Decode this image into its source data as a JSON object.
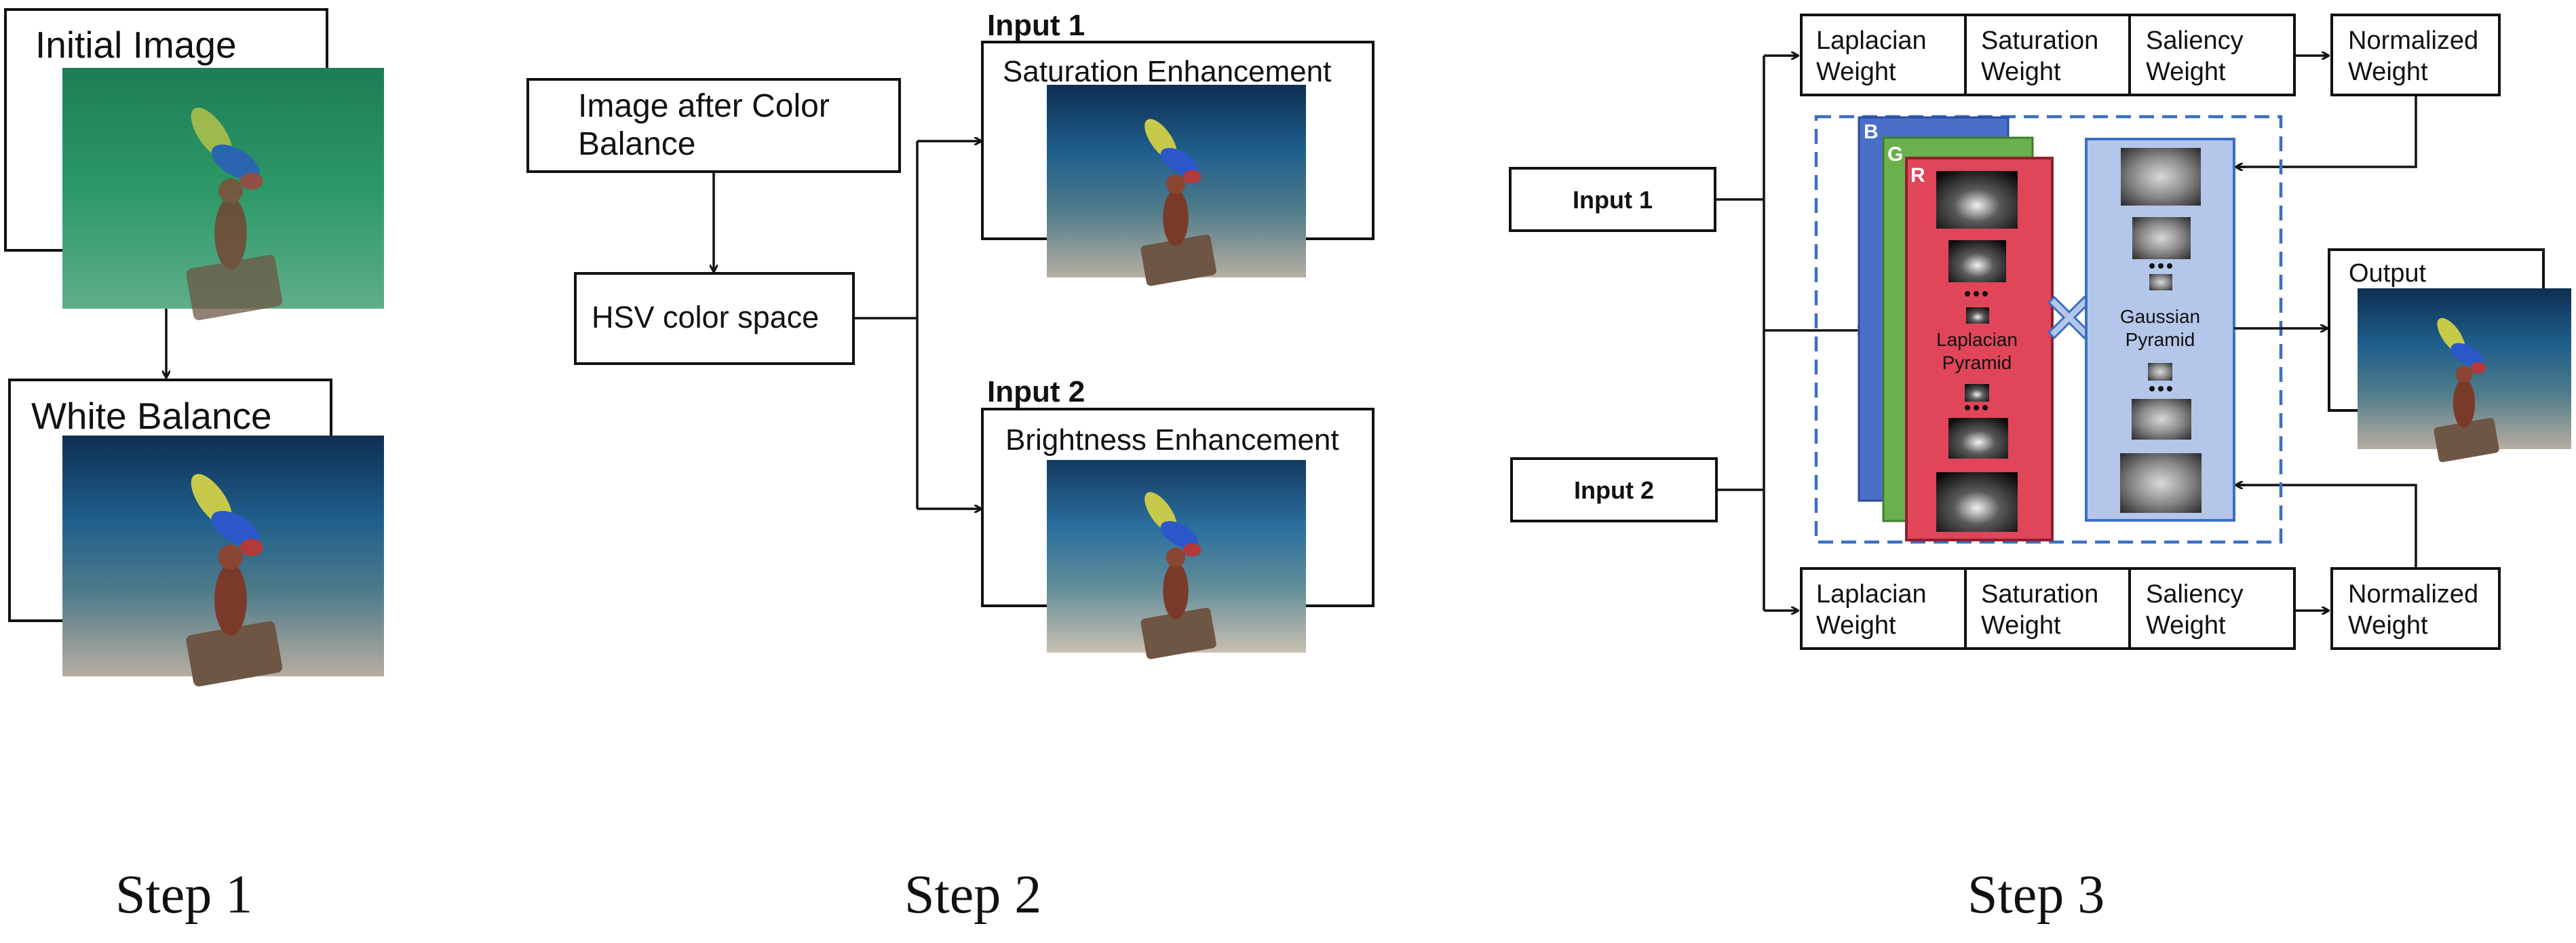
{
  "step1": {
    "initial_image_label": "Initial Image",
    "white_balance_label": "White Balance",
    "step_label": "Step 1"
  },
  "step2": {
    "color_balance_line1": "Image after Color",
    "color_balance_line2": "Balance",
    "hsv_label": "HSV color space",
    "input1_title": "Input 1",
    "saturation_label": "Saturation Enhancement",
    "input2_title": "Input 2",
    "brightness_label": "Brightness Enhancement",
    "step_label": "Step 2"
  },
  "step3": {
    "input1_label": "Input 1",
    "input2_label": "Input 2",
    "weights_top": [
      {
        "line1": "Laplacian",
        "line2": "Weight"
      },
      {
        "line1": "Saturation",
        "line2": "Weight"
      },
      {
        "line1": "Saliency",
        "line2": "Weight"
      }
    ],
    "weights_bottom": [
      {
        "line1": "Laplacian",
        "line2": "Weight"
      },
      {
        "line1": "Saturation",
        "line2": "Weight"
      },
      {
        "line1": "Saliency",
        "line2": "Weight"
      }
    ],
    "normalized_top": {
      "line1": "Normalized",
      "line2": "Weight"
    },
    "normalized_bottom": {
      "line1": "Normalized",
      "line2": "Weight"
    },
    "channel_b": "B",
    "channel_g": "G",
    "channel_r": "R",
    "laplacian_pyramid_line1": "Laplacian",
    "laplacian_pyramid_line2": "Pyramid",
    "gaussian_pyramid_line1": "Gaussian",
    "gaussian_pyramid_line2": "Pyramid",
    "output_label": "Output",
    "step_label": "Step 3"
  },
  "colors": {
    "channel_blue": "#4a6fc9",
    "channel_green": "#6ab04c",
    "channel_red": "#e0455a",
    "gaussian_panel": "#b4c7ea",
    "dashed_border": "#3b6fc4"
  },
  "icons": [
    "underwater-photo",
    "grayscale-pyramid-level",
    "multiply-icon"
  ]
}
